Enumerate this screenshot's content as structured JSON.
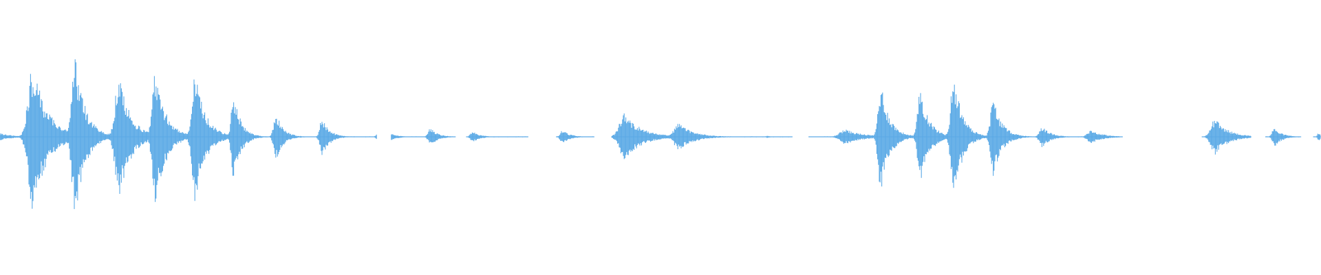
{
  "waveform": {
    "color": "#5aa9e6",
    "baseline_visible": true,
    "bursts": [
      {
        "t": 0.0,
        "w": 0.018,
        "amp": 0.05
      },
      {
        "t": 0.025,
        "w": 0.02,
        "amp": 0.95
      },
      {
        "t": 0.057,
        "w": 0.014,
        "amp": 1.05
      },
      {
        "t": 0.09,
        "w": 0.016,
        "amp": 0.82
      },
      {
        "t": 0.118,
        "w": 0.014,
        "amp": 0.9
      },
      {
        "t": 0.148,
        "w": 0.014,
        "amp": 0.86
      },
      {
        "t": 0.177,
        "w": 0.01,
        "amp": 0.6
      },
      {
        "t": 0.209,
        "w": 0.01,
        "amp": 0.32
      },
      {
        "t": 0.244,
        "w": 0.01,
        "amp": 0.26
      },
      {
        "t": 0.288,
        "w": 0.01,
        "amp": 0.2
      },
      {
        "t": 0.326,
        "w": 0.01,
        "amp": 0.12
      },
      {
        "t": 0.358,
        "w": 0.01,
        "amp": 0.07
      },
      {
        "t": 0.426,
        "w": 0.01,
        "amp": 0.09
      },
      {
        "t": 0.473,
        "w": 0.022,
        "amp": 0.32
      },
      {
        "t": 0.514,
        "w": 0.02,
        "amp": 0.18
      },
      {
        "t": 0.581,
        "w": 0.004,
        "amp": 0.02
      },
      {
        "t": 0.64,
        "w": 0.024,
        "amp": 0.1
      },
      {
        "t": 0.667,
        "w": 0.012,
        "amp": 0.72
      },
      {
        "t": 0.697,
        "w": 0.012,
        "amp": 0.65
      },
      {
        "t": 0.722,
        "w": 0.012,
        "amp": 0.86
      },
      {
        "t": 0.752,
        "w": 0.012,
        "amp": 0.52
      },
      {
        "t": 0.789,
        "w": 0.012,
        "amp": 0.14
      },
      {
        "t": 0.826,
        "w": 0.016,
        "amp": 0.09
      },
      {
        "t": 0.92,
        "w": 0.018,
        "amp": 0.24
      },
      {
        "t": 0.965,
        "w": 0.01,
        "amp": 0.13
      },
      {
        "t": 0.998,
        "w": 0.004,
        "amp": 0.06
      }
    ],
    "segments": [
      [
        0.0,
        0.285
      ],
      [
        0.296,
        0.345
      ],
      [
        0.353,
        0.4
      ],
      [
        0.421,
        0.45
      ],
      [
        0.463,
        0.6
      ],
      [
        0.612,
        0.85
      ],
      [
        0.91,
        0.947
      ],
      [
        0.958,
        0.985
      ],
      [
        0.994,
        1.0
      ]
    ]
  }
}
